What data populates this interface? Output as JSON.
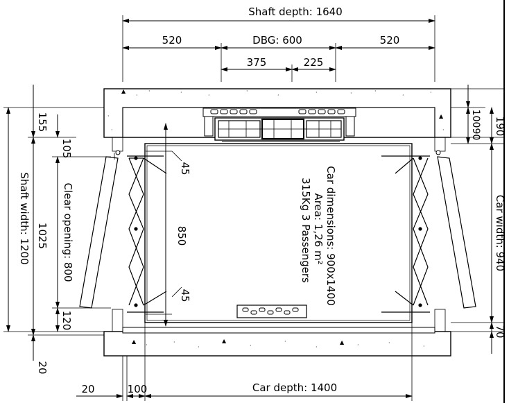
{
  "dimensions": {
    "shaft_depth": "Shaft depth: 1640",
    "left_520": "520",
    "dbg": "DBG: 600",
    "right_520": "520",
    "d375": "375",
    "d225": "225",
    "shaft_width": "Shaft width: 1200",
    "d155": "155",
    "d105": "105",
    "d1025": "1025",
    "clear_opening": "Clear opening: 800",
    "d120": "120",
    "d20_left": "20",
    "d45_top": "45",
    "d850": "850",
    "d45_bottom": "45",
    "d10090": "10090",
    "d190": "190",
    "car_width": "Car width: 940",
    "d70": "70",
    "d20_bottom": "20",
    "d100": "100",
    "car_depth": "Car depth: 1400"
  },
  "car_info": {
    "line1": "Car dimensions: 900x1400",
    "line2": "Area: 1,26 m²",
    "line3": "315Kg 3 Passengers"
  }
}
